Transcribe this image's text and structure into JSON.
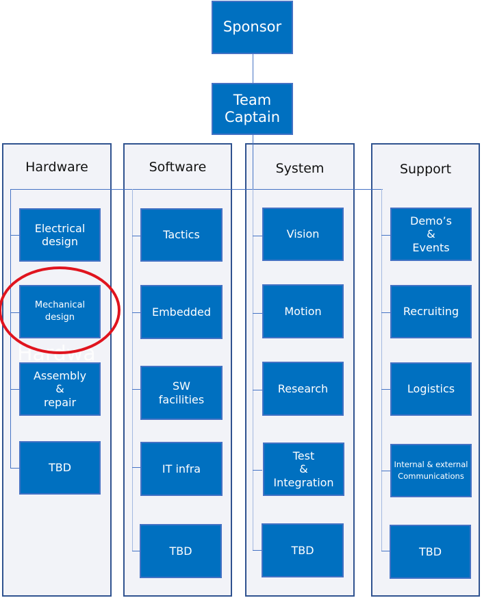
{
  "top": {
    "sponsor": "Sponsor",
    "team_captain": "Team\nCaptain"
  },
  "columns": [
    {
      "title": "Hardware",
      "items": [
        "Electrical\ndesign",
        "Mechanical\ndesign",
        "Assembly\n&\nrepair",
        "TBD"
      ]
    },
    {
      "title": "Software",
      "items": [
        "Tactics",
        "Embedded",
        "SW\nfacilities",
        "IT infra",
        "TBD"
      ]
    },
    {
      "title": "System",
      "items": [
        "Vision",
        "Motion",
        "Research",
        "Test\n&\nIntegration",
        "TBD"
      ]
    },
    {
      "title": "Support",
      "items": [
        "Demo’s\n&\nEvents",
        "Recruiting",
        "Logistics",
        "Internal & external\nCommunications",
        "TBD"
      ]
    }
  ],
  "ghost_text": "Hardwa",
  "highlight": {
    "target": "Mechanical design",
    "color": "#e0141e"
  },
  "colors": {
    "node_fill": "#0070c0",
    "node_border": "#4472c4",
    "column_border": "#2f528f",
    "column_fill": "#f2f3f8",
    "connector": "#4472c4"
  }
}
